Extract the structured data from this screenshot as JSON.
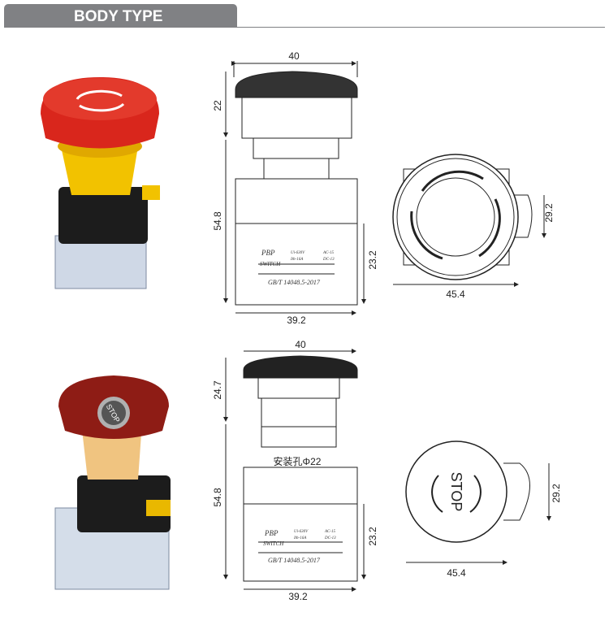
{
  "header": {
    "title": "BODY TYPE"
  },
  "colors": {
    "header_bg": "#808184",
    "button_red": "#d9261c",
    "button_dark_red": "#8e1c15",
    "body_yellow": "#f2c200",
    "base_black": "#1c1c1c"
  },
  "top_model": {
    "dimensions": {
      "head_width": "40",
      "head_height": "22",
      "total_height": "54.8",
      "base_height": "23.2",
      "base_width": "39.2",
      "front_width": "45.4",
      "front_height": "29.2"
    },
    "body_label": {
      "brand": "PBP",
      "type": "SWITCH",
      "rating1": "Ui-630V",
      "rating2": "Ith-16A",
      "cat1": "AC-15",
      "cat2": "DC-13",
      "standard": "GB/T 14048.5-2017"
    }
  },
  "bottom_model": {
    "dimensions": {
      "head_width": "40",
      "head_height": "24.7",
      "mount_hole": "安装孔Φ22",
      "total_height": "54.8",
      "base_height": "23.2",
      "base_width": "39.2",
      "front_width": "45.4",
      "front_height": "29.2"
    },
    "button_text": "STOP",
    "body_label": {
      "brand": "PBP",
      "type": "SWITCH",
      "rating1": "Ui-630V",
      "rating2": "Ith-16A",
      "cat1": "AC-15",
      "cat2": "DC-13",
      "standard": "GB/T 14048.5-2017"
    }
  }
}
